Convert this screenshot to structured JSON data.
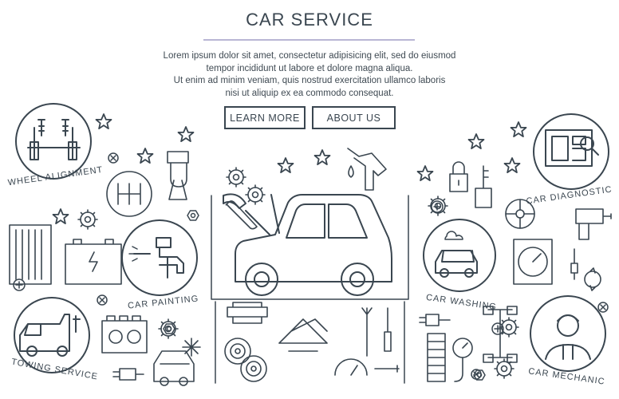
{
  "header": {
    "title": "CAR SERVICE",
    "paragraph": [
      "Lorem ipsum dolor sit amet, consectetur adipisicing elit, sed do eiusmod",
      "tempor incididunt ut labore et dolore magna aliqua.",
      "Ut enim ad minim veniam, quis nostrud exercitation ullamco laboris",
      "nisi ut aliquip ex ea commodo consequat."
    ]
  },
  "buttons": {
    "learn_more": "LEARN MORE",
    "about_us": "ABOUT US"
  },
  "services": {
    "wheel_alignment": "WHEEL ALIGNMENT",
    "car_painting": "CAR PAINTING",
    "towing_service": "TOWING SERVICE",
    "car_diagnostic": "CAR DIAGNOSTIC",
    "car_washing": "CAR WASHING",
    "car_mechanic": "CAR MECHANIC"
  },
  "colors": {
    "line": "#3a4650",
    "rule": "#b9b6d4",
    "background": "#ffffff"
  }
}
